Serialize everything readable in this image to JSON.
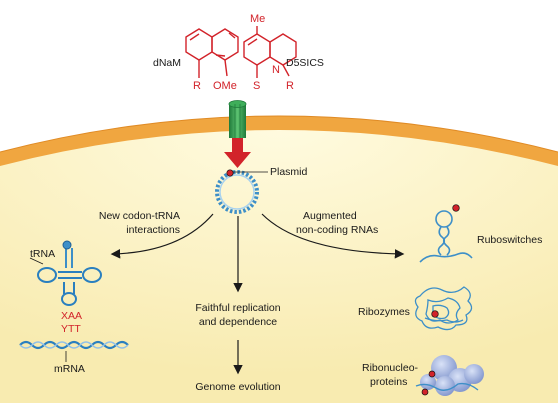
{
  "molecules": {
    "left_name": "dNaM",
    "right_name": "D5SICS",
    "left_sub_r": "R",
    "left_sub_ome": "OMe",
    "right_sub_me": "Me",
    "right_sub_s": "S",
    "right_sub_n": "N",
    "right_sub_r": "R"
  },
  "plasmid_label": "Plasmid",
  "left_branch": {
    "line1": "New codon-tRNA",
    "line2": "interactions"
  },
  "right_branch": {
    "line1": "Augmented",
    "line2": "non-coding RNAs"
  },
  "trna": {
    "label": "tRNA",
    "anticodon": "XAA",
    "codon": "YTT",
    "mrna_label": "mRNA"
  },
  "center": {
    "step1_line1": "Faithful replication",
    "step1_line2": "and dependence",
    "step2": "Genome evolution"
  },
  "ncrna": {
    "ruboswitches": "Ruboswitches",
    "ribozymes": "Ribozymes",
    "rnp_line1": "Ribonucleo-",
    "rnp_line2": "proteins"
  },
  "colors": {
    "exterior": "#ffffff",
    "membrane": "#f0a640",
    "cytoplasm": "#fbf4b8",
    "transporter": "#2e9a4a",
    "uptake_arrow": "#d2232a",
    "dna": "#3d8fc8",
    "unnatural_base": "#d2232a",
    "rnp_protein": "#8fa4d6"
  }
}
